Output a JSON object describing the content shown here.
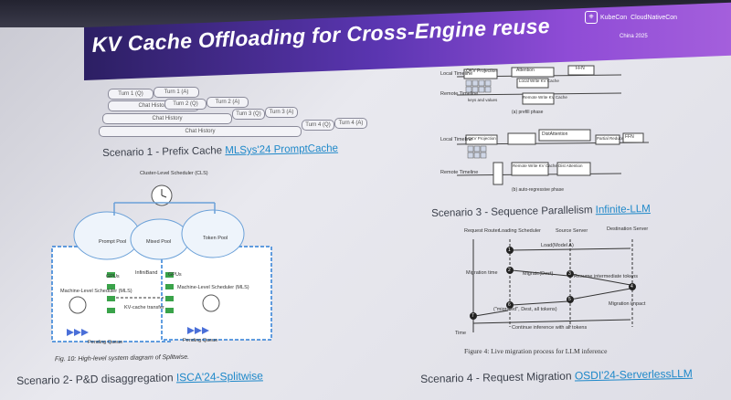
{
  "slide": {
    "title": "KV Cache Offloading for Cross-Engine reuse",
    "brand": {
      "kubecon": "KubeCon",
      "cloudnativecon": "CloudNativeCon",
      "event": "China 2025"
    }
  },
  "scenario1": {
    "label": "Scenario 1 - Prefix Cache",
    "ref": "MLSys'24 PromptCache",
    "turns": [
      "Turn 1 (Q)",
      "Turn 1 (A)",
      "Turn 2 (Q)",
      "Turn 2 (A)",
      "Turn 3 (Q)",
      "Turn 3 (A)",
      "Turn 4 (Q)",
      "Turn 4 (A)"
    ],
    "histories": [
      "Chat History",
      "Chat History",
      "Chat History"
    ]
  },
  "scenario2": {
    "label": "Scenario 2- P&D disaggregation",
    "ref": "ISCA'24-Splitwise",
    "figure_caption": "Fig. 10: High-level system diagram of Splitwise.",
    "cluster_scheduler": "Cluster-Level Scheduler (CLS)",
    "prompt_pool": "Prompt Pool",
    "mixed_pool": "Mixed Pool",
    "token_pool": "Token Pool",
    "gpus": "GPUs",
    "infiniband": "InfiniBand",
    "mls_left": "Machine-Level Scheduler (MLS)",
    "mls_right": "Machine-Level Scheduler (MLS)",
    "kv_transfer": "KV-cache transfer",
    "pending_left": "Pending Queue",
    "pending_right": "Pending Queue"
  },
  "scenario3": {
    "label": "Scenario 3 - Sequence Parallelism",
    "ref": "Infinite-LLM",
    "prefill_caption": "(a) prefill phase",
    "decode_caption": "(b) auto-regressive phase",
    "local_timeline": "Local Timeline",
    "remote_timeline": "Remote Timeline",
    "qkv": "QKV Projection",
    "attention": "Attention",
    "local_write": "Local Write KV Cache",
    "remote_write": "Remote Write KV Cache",
    "ffn": "FFN",
    "dist_attention": "DistAttention",
    "partial_attention": "Dist Attention",
    "reduce": "Partial Reduce",
    "kv_values": "keys and values"
  },
  "scenario4": {
    "label": "Scenario 4 - Request Migration",
    "ref": "OSDI'24-ServerlessLLM",
    "figure_caption": "Figure 4: Live migration process for LLM inference",
    "columns": [
      "Request Router",
      "Loading Scheduler",
      "Source Server",
      "Destination Server"
    ],
    "steps": {
      "load": "Load(Model A)",
      "migrate": "Migrate(Dest)",
      "resume": "Resume intermediate tokens",
      "migrated": "(\"migrated\", Dest, all tokens)",
      "continue": "Continue inference with all tokens"
    },
    "migration_time": "Migration time",
    "migration_impact": "Migration impact",
    "time": "Time",
    "step_numbers": [
      "1",
      "2",
      "3",
      "4",
      "5",
      "6",
      "7"
    ]
  }
}
